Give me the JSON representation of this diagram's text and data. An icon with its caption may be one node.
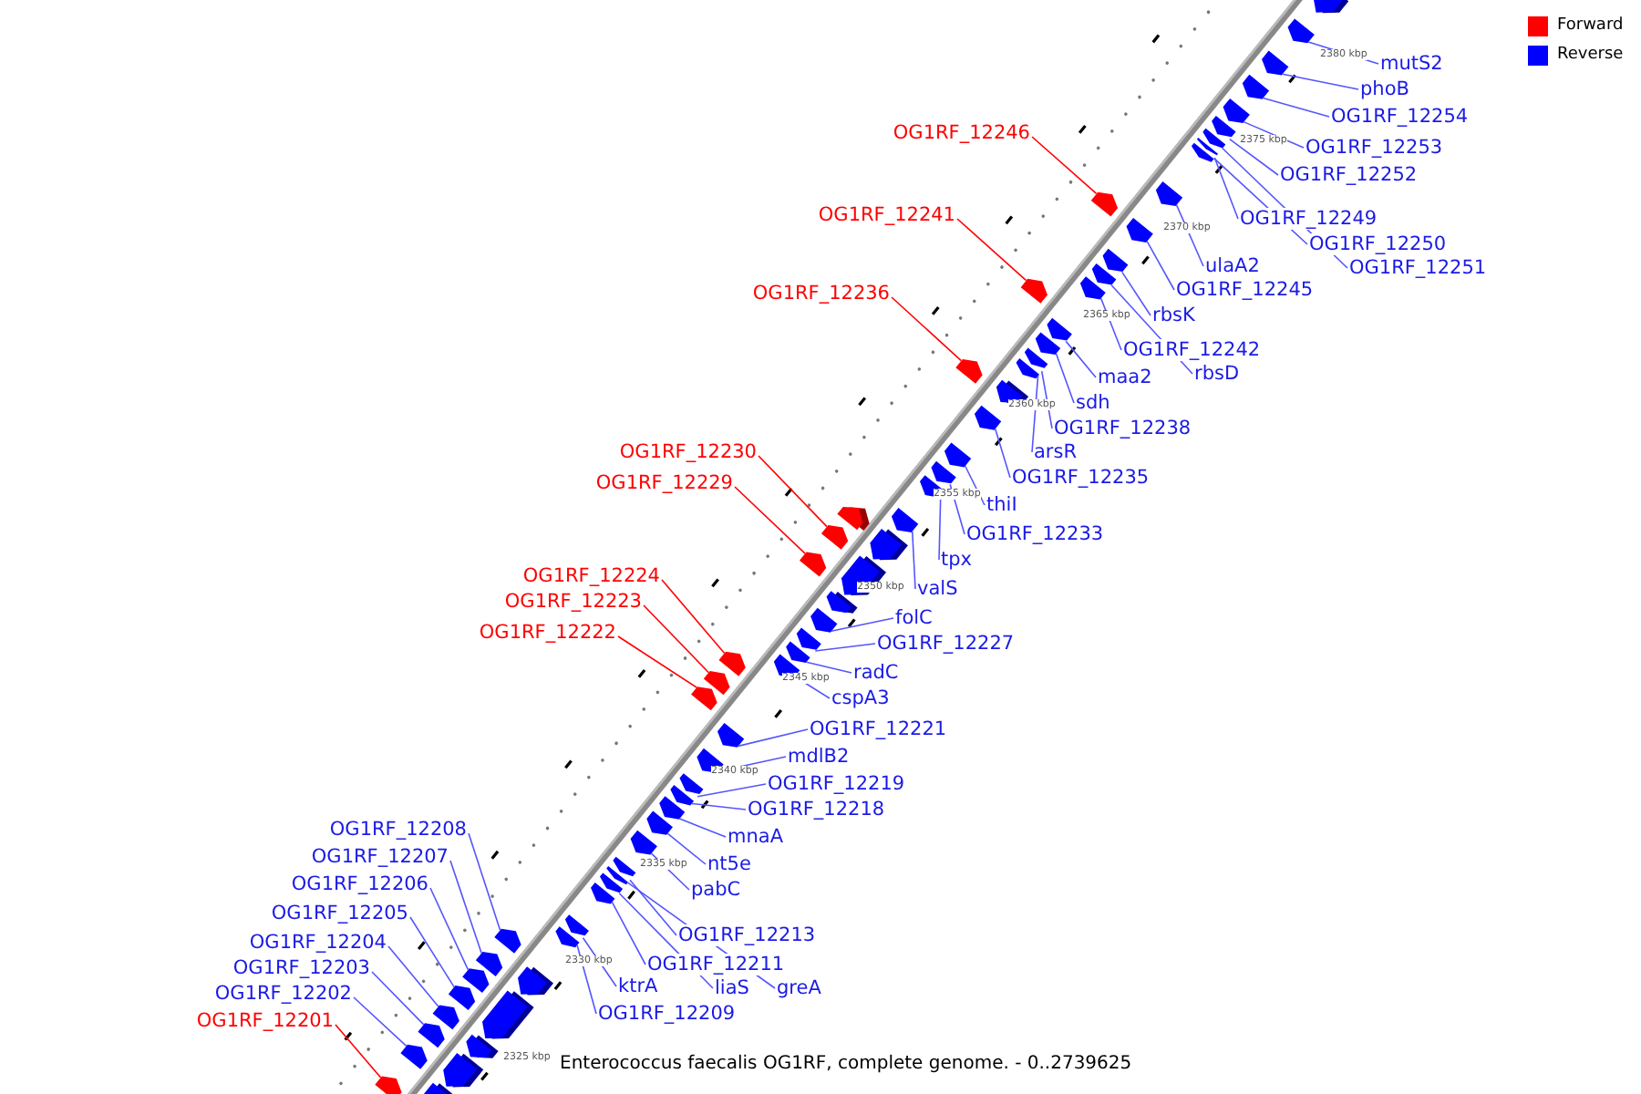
{
  "diagram": {
    "caption": "Enterococcus faecalis OG1RF, complete genome. - 0..2739625",
    "nodes": [
      {
        "text": [
          "mutS2"
        ]
      },
      {
        "text": [
          "phoB"
        ]
      },
      {
        "text": [
          "OG1RF_12254"
        ]
      },
      {
        "text": [
          "OG1RF_12246"
        ]
      },
      {
        "text": [
          "OG1RF_12253"
        ]
      },
      {
        "text": [
          "OG1RF_12252"
        ]
      },
      {
        "text": [
          "OG1RF_12241"
        ]
      },
      {
        "text": [
          "OG1RF_12249"
        ]
      },
      {
        "text": [
          "OG1RF_12250"
        ]
      },
      {
        "text": [
          "ulaA2"
        ]
      },
      {
        "text": [
          "OG1RF_12251"
        ]
      },
      {
        "text": [
          "OG1RF_12245"
        ]
      },
      {
        "text": [
          "OG1RF_12236"
        ]
      },
      {
        "text": [
          "rbsK"
        ]
      },
      {
        "text": [
          "OG1RF_12242"
        ]
      },
      {
        "text": [
          "rbsD"
        ]
      },
      {
        "text": [
          "maa2"
        ]
      },
      {
        "text": [
          "sdh"
        ]
      },
      {
        "text": [
          "OG1RF_12238"
        ]
      },
      {
        "text": [
          "OG1RF_12230"
        ]
      },
      {
        "text": [
          "arsR"
        ]
      },
      {
        "text": [
          "OG1RF_12235"
        ]
      },
      {
        "text": [
          "OG1RF_12229"
        ]
      },
      {
        "text": [
          "thiI"
        ]
      },
      {
        "text": [
          "OG1RF_12233"
        ]
      },
      {
        "text": [
          "tpx"
        ]
      },
      {
        "text": [
          "OG1RF_12224"
        ]
      },
      {
        "text": [
          "valS"
        ]
      },
      {
        "text": [
          "OG1RF_12223"
        ]
      },
      {
        "text": [
          "folC"
        ]
      },
      {
        "text": [
          "OG1RF_12222"
        ]
      },
      {
        "text": [
          "OG1RF_12227"
        ]
      },
      {
        "text": [
          "radC"
        ]
      },
      {
        "text": [
          "cspA3"
        ]
      },
      {
        "text": [
          "OG1RF_12221"
        ]
      },
      {
        "text": [
          "mdlB2"
        ]
      },
      {
        "text": [
          "OG1RF_12219"
        ]
      },
      {
        "text": [
          "OG1RF_12218"
        ]
      },
      {
        "text": [
          "OG1RF_12208"
        ]
      },
      {
        "text": [
          "mnaA"
        ]
      },
      {
        "text": [
          "OG1RF_12207"
        ]
      },
      {
        "text": [
          "nt5e"
        ]
      },
      {
        "text": [
          "OG1RF_12206"
        ]
      },
      {
        "text": [
          "pabC"
        ]
      },
      {
        "text": [
          "OG1RF_12205"
        ]
      },
      {
        "text": [
          "OG1RF_12213"
        ]
      },
      {
        "text": [
          "OG1RF_12204"
        ]
      },
      {
        "text": [
          "OG1RF_12211"
        ]
      },
      {
        "text": [
          "OG1RF_12203"
        ]
      },
      {
        "text": [
          "ktrA"
        ]
      },
      {
        "text": [
          "liaS"
        ]
      },
      {
        "text": [
          "greA"
        ]
      },
      {
        "text": [
          "OG1RF_12202"
        ]
      },
      {
        "text": [
          "OG1RF_12209"
        ]
      },
      {
        "text": [
          "OG1RF_12201"
        ]
      },
      {
        "text": [],
        "shape": "box"
      },
      {
        "text": [],
        "shape": "box"
      },
      {
        "text": [],
        "shape": "box"
      },
      {
        "text": [],
        "shape": "box"
      },
      {
        "text": [],
        "shape": "box"
      },
      {
        "text": [],
        "shape": "box"
      },
      {
        "text": [],
        "shape": "box"
      },
      {
        "text": [],
        "shape": "box"
      },
      {
        "text": [],
        "shape": "box"
      },
      {
        "text": [],
        "shape": "box"
      },
      {
        "text": [],
        "shape": "box"
      },
      {
        "text": [],
        "shape": "box"
      },
      {
        "text": [],
        "shape": "box"
      },
      {
        "text": [],
        "shape": "box"
      },
      {
        "text": [],
        "shape": "box"
      },
      {
        "text": [],
        "shape": "box"
      },
      {
        "text": [],
        "shape": "box"
      },
      {
        "text": [],
        "shape": "box"
      },
      {
        "text": [],
        "shape": "box"
      },
      {
        "text": [],
        "shape": "box"
      },
      {
        "text": [],
        "shape": "box"
      },
      {
        "text": [],
        "shape": "box"
      },
      {
        "text": [],
        "shape": "box"
      },
      {
        "text": [],
        "shape": "box"
      },
      {
        "text": [],
        "shape": "box"
      },
      {
        "text": [],
        "shape": "box"
      },
      {
        "text": [],
        "shape": "box"
      },
      {
        "text": [],
        "shape": "box"
      },
      {
        "text": [],
        "shape": "box"
      },
      {
        "text": [],
        "shape": "box"
      },
      {
        "text": [],
        "shape": "box"
      },
      {
        "text": [],
        "shape": "box"
      },
      {
        "text": [],
        "shape": "box"
      },
      {
        "text": [],
        "shape": "box"
      },
      {
        "text": [],
        "shape": "box"
      },
      {
        "text": [],
        "shape": "box"
      },
      {
        "text": [],
        "shape": "box"
      },
      {
        "text": [],
        "shape": "box"
      },
      {
        "text": [],
        "shape": "box"
      },
      {
        "text": [],
        "shape": "box"
      },
      {
        "text": [],
        "shape": "box"
      },
      {
        "text": [],
        "shape": "box"
      },
      {
        "text": [],
        "shape": "box"
      },
      {
        "text": [],
        "shape": "box"
      },
      {
        "text": [],
        "shape": "box"
      },
      {
        "text": [],
        "shape": "box"
      },
      {
        "text": [],
        "shape": "box"
      },
      {
        "text": [],
        "shape": "box"
      },
      {
        "text": [],
        "shape": "box"
      },
      {
        "text": [],
        "shape": "box"
      },
      {
        "text": [],
        "shape": "box"
      },
      {
        "text": [],
        "shape": "box"
      },
      {
        "text": [],
        "shape": "box"
      },
      {
        "text": [],
        "shape": "box"
      },
      {
        "text": [],
        "shape": "box"
      }
    ],
    "edges": [
      {
        "from": 0,
        "to": 55,
        "arrow": "none"
      },
      {
        "from": 1,
        "to": 56,
        "arrow": "none"
      },
      {
        "from": 2,
        "to": 57,
        "arrow": "none"
      },
      {
        "from": 3,
        "to": 58,
        "arrow": "none",
        "color": "#ff0000"
      },
      {
        "from": 4,
        "to": 59,
        "arrow": "none"
      },
      {
        "from": 5,
        "to": 60,
        "arrow": "none"
      },
      {
        "from": 6,
        "to": 61,
        "arrow": "none",
        "color": "#ff0000"
      },
      {
        "from": 7,
        "to": 62,
        "arrow": "none"
      },
      {
        "from": 8,
        "to": 63,
        "arrow": "none"
      },
      {
        "from": 9,
        "to": 64,
        "arrow": "none"
      },
      {
        "from": 10,
        "to": 65,
        "arrow": "none"
      },
      {
        "from": 11,
        "to": 66,
        "arrow": "none"
      },
      {
        "from": 12,
        "to": 67,
        "arrow": "none",
        "color": "#ff0000"
      },
      {
        "from": 13,
        "to": 68,
        "arrow": "none"
      },
      {
        "from": 14,
        "to": 69,
        "arrow": "none"
      },
      {
        "from": 15,
        "to": 70,
        "arrow": "none"
      },
      {
        "from": 16,
        "to": 71,
        "arrow": "none"
      },
      {
        "from": 17,
        "to": 72,
        "arrow": "none"
      },
      {
        "from": 18,
        "to": 73,
        "arrow": "none"
      },
      {
        "from": 19,
        "to": 74,
        "arrow": "none",
        "color": "#ff0000"
      },
      {
        "from": 20,
        "to": 75,
        "arrow": "none"
      },
      {
        "from": 21,
        "to": 76,
        "arrow": "none"
      },
      {
        "from": 22,
        "to": 77,
        "arrow": "none",
        "color": "#ff0000"
      },
      {
        "from": 23,
        "to": 78,
        "arrow": "none"
      },
      {
        "from": 24,
        "to": 79,
        "arrow": "none"
      },
      {
        "from": 25,
        "to": 80,
        "arrow": "none"
      },
      {
        "from": 26,
        "to": 81,
        "arrow": "none",
        "color": "#ff0000"
      },
      {
        "from": 27,
        "to": 82,
        "arrow": "none"
      },
      {
        "from": 28,
        "to": 83,
        "arrow": "none",
        "color": "#ff0000"
      },
      {
        "from": 29,
        "to": 84,
        "arrow": "none"
      },
      {
        "from": 30,
        "to": 85,
        "arrow": "none",
        "color": "#ff0000"
      },
      {
        "from": 31,
        "to": 86,
        "arrow": "none"
      },
      {
        "from": 32,
        "to": 87,
        "arrow": "none"
      },
      {
        "from": 33,
        "to": 88,
        "arrow": "none"
      },
      {
        "from": 34,
        "to": 89,
        "arrow": "none"
      },
      {
        "from": 35,
        "to": 90,
        "arrow": "none"
      },
      {
        "from": 36,
        "to": 91,
        "arrow": "none"
      },
      {
        "from": 37,
        "to": 92,
        "arrow": "none"
      },
      {
        "from": 38,
        "to": 93,
        "arrow": "none"
      },
      {
        "from": 39,
        "to": 94,
        "arrow": "none"
      },
      {
        "from": 40,
        "to": 95,
        "arrow": "none"
      },
      {
        "from": 41,
        "to": 96,
        "arrow": "none"
      },
      {
        "from": 42,
        "to": 97,
        "arrow": "none"
      },
      {
        "from": 43,
        "to": 98,
        "arrow": "none"
      },
      {
        "from": 44,
        "to": 99,
        "arrow": "none"
      },
      {
        "from": 45,
        "to": 100,
        "arrow": "none"
      },
      {
        "from": 46,
        "to": 101,
        "arrow": "none"
      },
      {
        "from": 47,
        "to": 102,
        "arrow": "none"
      },
      {
        "from": 48,
        "to": 103,
        "arrow": "none"
      },
      {
        "from": 49,
        "to": 104,
        "arrow": "none"
      },
      {
        "from": 50,
        "to": 105,
        "arrow": "none"
      },
      {
        "from": 51,
        "to": 106,
        "arrow": "none"
      },
      {
        "from": 52,
        "to": 107,
        "arrow": "none"
      },
      {
        "from": 53,
        "to": 108,
        "arrow": "none"
      },
      {
        "from": 54,
        "to": 109,
        "arrow": "none",
        "color": "#ff0000"
      }
    ],
    "labels": [
      "2380 kbp",
      "2375 kbp",
      "2370 kbp",
      "2365 kbp",
      "2360 kbp",
      "2355 kbp",
      "2350 kbp",
      "2345 kbp",
      "2340 kbp",
      "2335 kbp",
      "2330 kbp",
      "2325 kbp"
    ],
    "legend": [
      {
        "text": "Forward",
        "color": "#ff0000"
      },
      {
        "text": "Reverse",
        "color": "#0000ff"
      }
    ]
  }
}
